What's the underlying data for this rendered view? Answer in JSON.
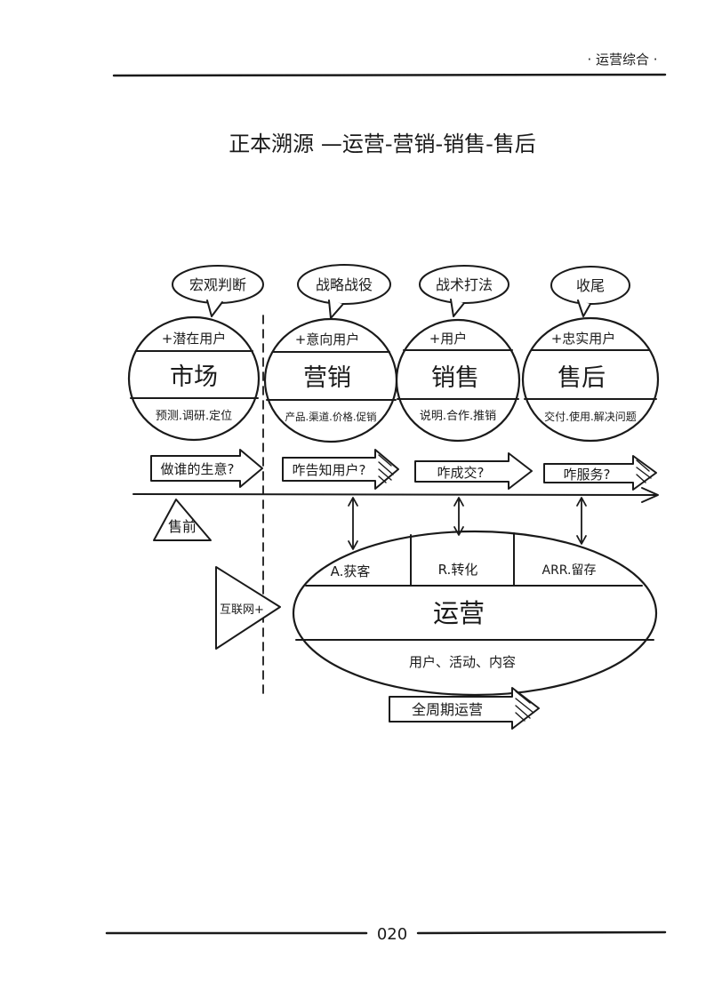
{
  "header": {
    "section": "· 运营综合 ·"
  },
  "title": "正本溯源 —运营-营销-销售-售后",
  "stages": [
    {
      "bubble": "宏观判断",
      "top": "+潜在用户",
      "middle": "市场",
      "bottom": "预测.调研.定位",
      "arrow": "做谁的生意?"
    },
    {
      "bubble": "战略战役",
      "top": "+意向用户",
      "middle": "营销",
      "bottom": "产品.渠道.价格.促销",
      "arrow": "咋告知用户?"
    },
    {
      "bubble": "战术打法",
      "top": "+用户",
      "middle": "销售",
      "bottom": "说明.合作.推销",
      "arrow": "咋成交?"
    },
    {
      "bubble": "收尾",
      "top": "+忠实用户",
      "middle": "售后",
      "bottom": "交付.使用.解决问题",
      "arrow": "咋服务?"
    }
  ],
  "left_triangle": "售前",
  "internet_triangle": "互联网+",
  "operation": {
    "cells": [
      "A.获客",
      "R.转化",
      "ARR.留存"
    ],
    "title": "运营",
    "bottom": "用户、活动、内容"
  },
  "bottom_arrow": "全周期运营",
  "page_number": "020"
}
